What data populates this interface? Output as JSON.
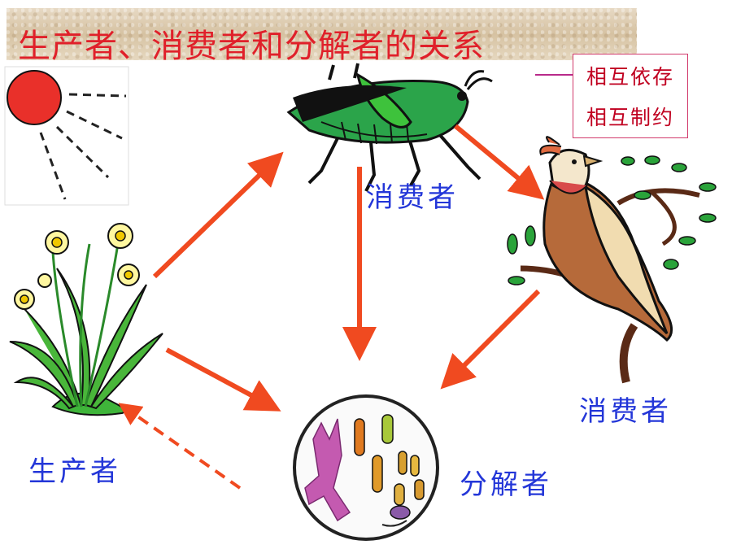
{
  "title": "生产者、消费者和分解者的关系",
  "relationship": {
    "line1": "相互依存",
    "line2": "相互制约"
  },
  "labels": {
    "producer": "生产者",
    "consumer_grasshopper": "消费者",
    "consumer_bird": "消费者",
    "decomposer": "分解者"
  },
  "icons": [
    "sun-icon",
    "grasshopper-icon",
    "bird-icon",
    "daffodil-plant-icon",
    "microbes-icon"
  ],
  "colors": {
    "title": "#e0202a",
    "label": "#2336d8",
    "arrow": "#f04a20",
    "relationship_text": "#c00020"
  }
}
